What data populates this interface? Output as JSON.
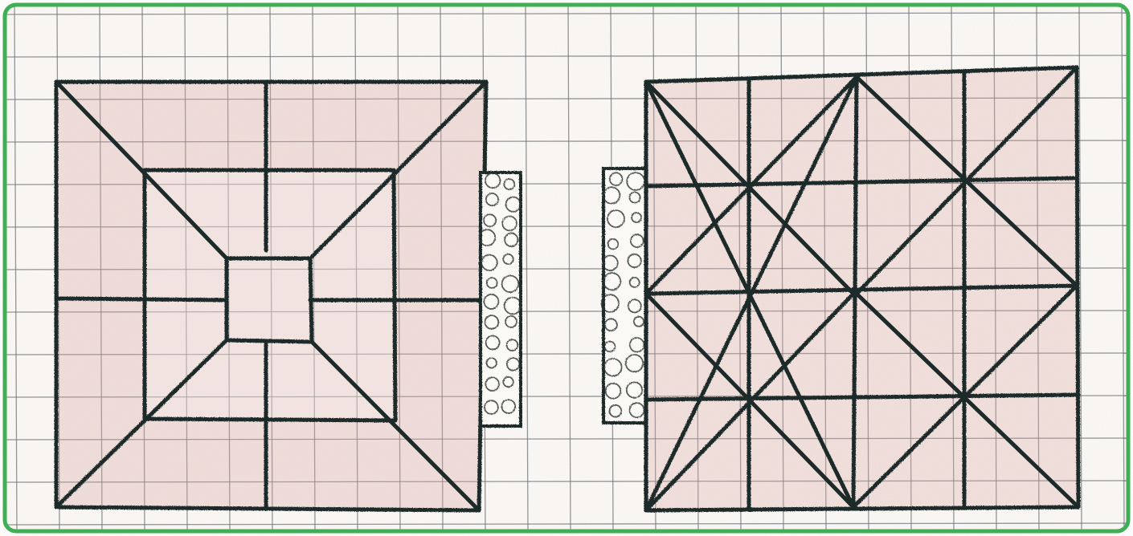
{
  "colors": {
    "frame": "#3fae55",
    "paper": "#fbf9f6",
    "grid": "#6f7478",
    "ink": "#1f2a2a",
    "shade": "#d9a6a2",
    "bubble_ink": "#2a3333"
  },
  "figures": [
    {
      "name": "left-pattern",
      "style": "concentric-squares-with-diagonals"
    },
    {
      "name": "right-pattern",
      "style": "grid-with-diamond-diagonals"
    }
  ],
  "strips": [
    {
      "name": "left-bubble-strip",
      "fill": "circles"
    },
    {
      "name": "right-bubble-strip",
      "fill": "circles"
    }
  ]
}
